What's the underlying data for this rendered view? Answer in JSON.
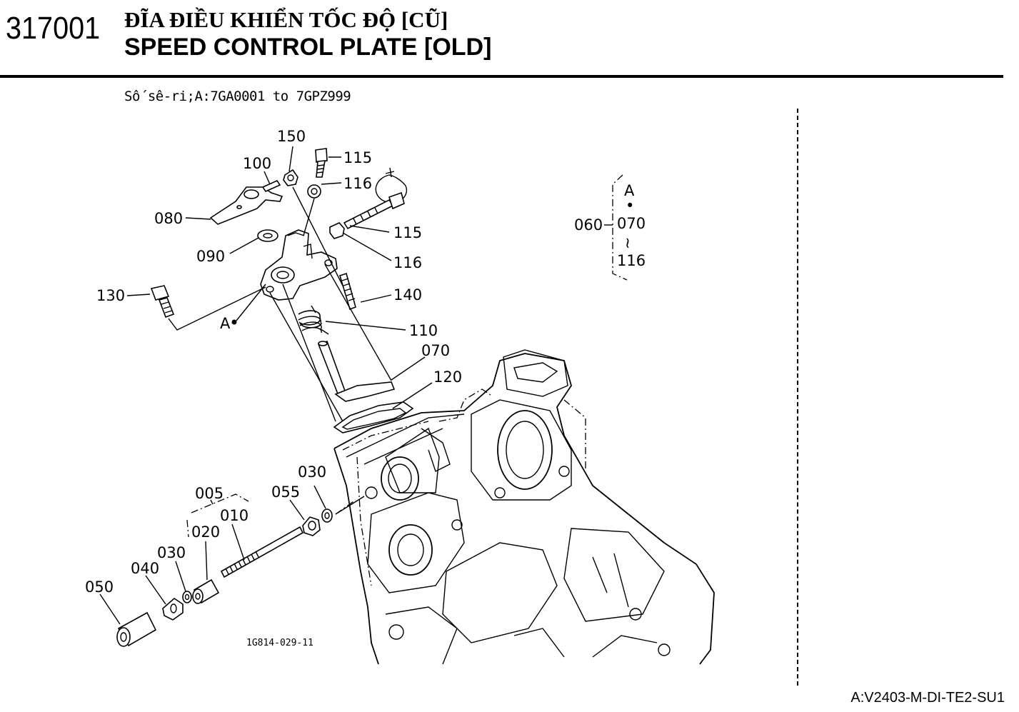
{
  "header": {
    "page_number": "317001",
    "title_vn": "ĐĨA ĐIỀU KHIỂN TỐC ĐỘ [CŨ]",
    "title_en": "SPEED CONTROL PLATE [OLD]",
    "serial_range": "Số sê-ri;A:7GA0001 to 7GPZ999"
  },
  "diagram": {
    "callouts": {
      "p150": "150",
      "p115a": "115",
      "p100": "100",
      "p116a": "116",
      "p080": "080",
      "p115b": "115",
      "p090": "090",
      "p116b": "116",
      "p130": "130",
      "p140": "140",
      "pA": "A",
      "p110": "110",
      "p070": "070",
      "p120": "120",
      "p030a": "030",
      "p005": "005",
      "p055": "055",
      "p010": "010",
      "p020": "020",
      "p030b": "030",
      "p040": "040",
      "p050": "050"
    },
    "assembly_legend": {
      "parent": "060",
      "variant": "A",
      "dot": "•",
      "range_start": "070",
      "range_sep": "≀",
      "range_end": "116"
    },
    "drawing_number": "1G814-029-11"
  },
  "footer": {
    "model_code": "A:V2403-M-DI-TE2-SU1"
  }
}
